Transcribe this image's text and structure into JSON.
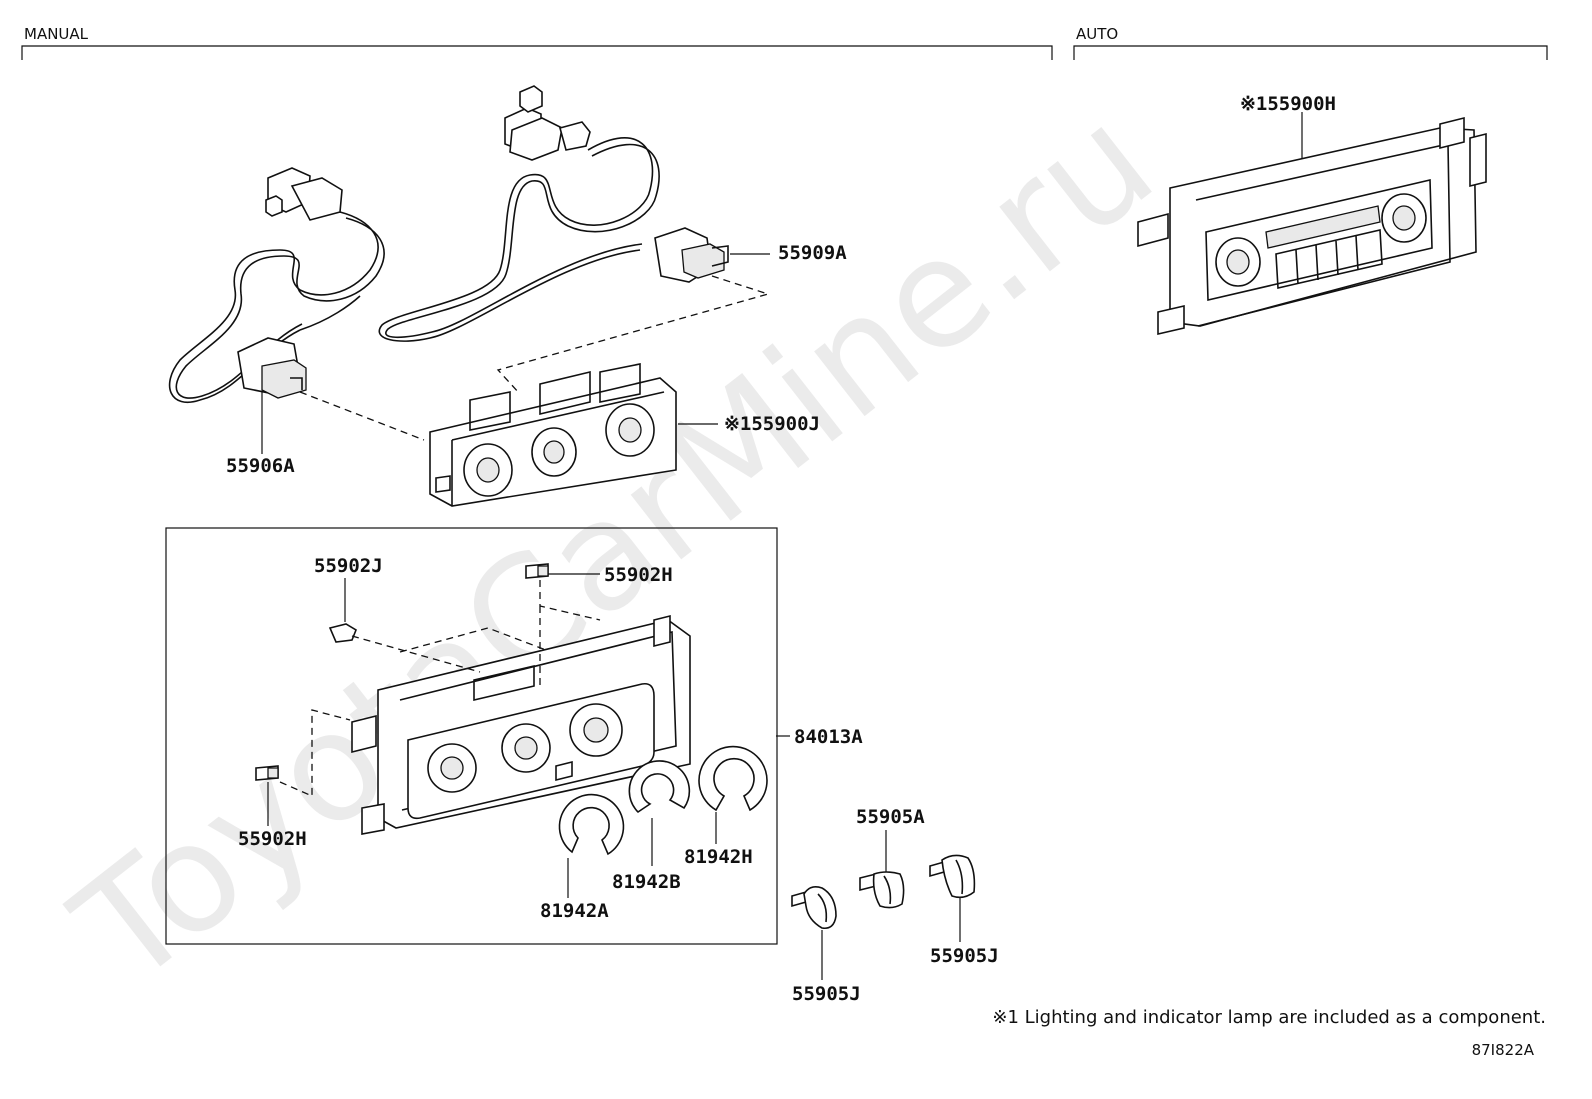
{
  "sections": {
    "manual": "MANUAL",
    "auto": "AUTO"
  },
  "labels": {
    "p55909A": "55909A",
    "p55900J": "※155900J",
    "p55906A": "55906A",
    "p55900H": "※155900H",
    "p55902J": "55902J",
    "p55902H_top": "55902H",
    "p84013A": "84013A",
    "p55902H_left": "55902H",
    "p81942H": "81942H",
    "p81942B": "81942B",
    "p81942A": "81942A",
    "p55905A": "55905A",
    "p55905J_right": "55905J",
    "p55905J_bottom": "55905J"
  },
  "footnote": "※1 Lighting and indicator lamp are included as a component.",
  "diagram_code": "87I822A",
  "watermark": "ToyotaCarMine.ru"
}
